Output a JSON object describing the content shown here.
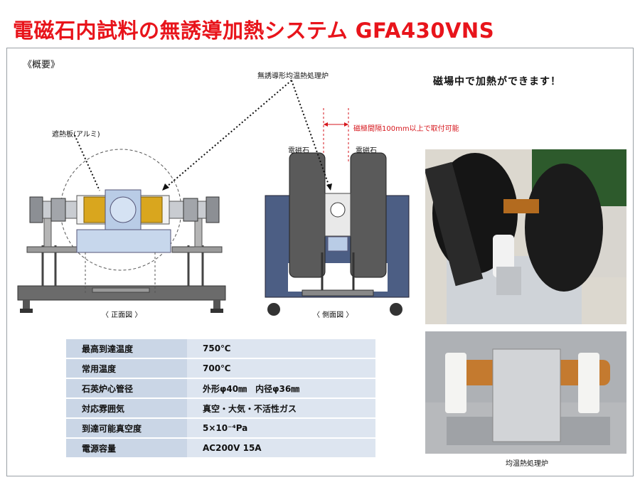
{
  "title": "電磁石内試料の無誘導加熱システム GFA430VNS",
  "overview_label": "《概要》",
  "catchphrase": "磁場中で加熱ができます！",
  "diagram_labels": {
    "furnace_name": "無誘導形均温熱処理炉",
    "heat_shield": "遮熱板(アルミ)",
    "gap_note": "磁極間隔100mm以上で取付可能",
    "magnet_left": "電磁石",
    "magnet_right": "電磁石",
    "front_view": "〈 正面図 〉",
    "side_view": "〈 側面図 〉",
    "photo_caption": "均温熱処理炉"
  },
  "specs": [
    {
      "key": "最高到達温度",
      "value": "750℃"
    },
    {
      "key": "常用温度",
      "value": "700℃"
    },
    {
      "key": "石英炉心管径",
      "value": "外形φ40㎜　内径φ36㎜"
    },
    {
      "key": "対応雰囲気",
      "value": "真空・大気・不活性ガス"
    },
    {
      "key": "到達可能真空度",
      "value": "5×10⁻⁴Pa"
    },
    {
      "key": "電源容量",
      "value": "AC200V 15A"
    }
  ],
  "colors": {
    "title_red": "#e8141b",
    "spec_key_bg": "#cad6e6",
    "spec_value_bg": "#dde5f0",
    "gap_red": "#d6161c"
  }
}
